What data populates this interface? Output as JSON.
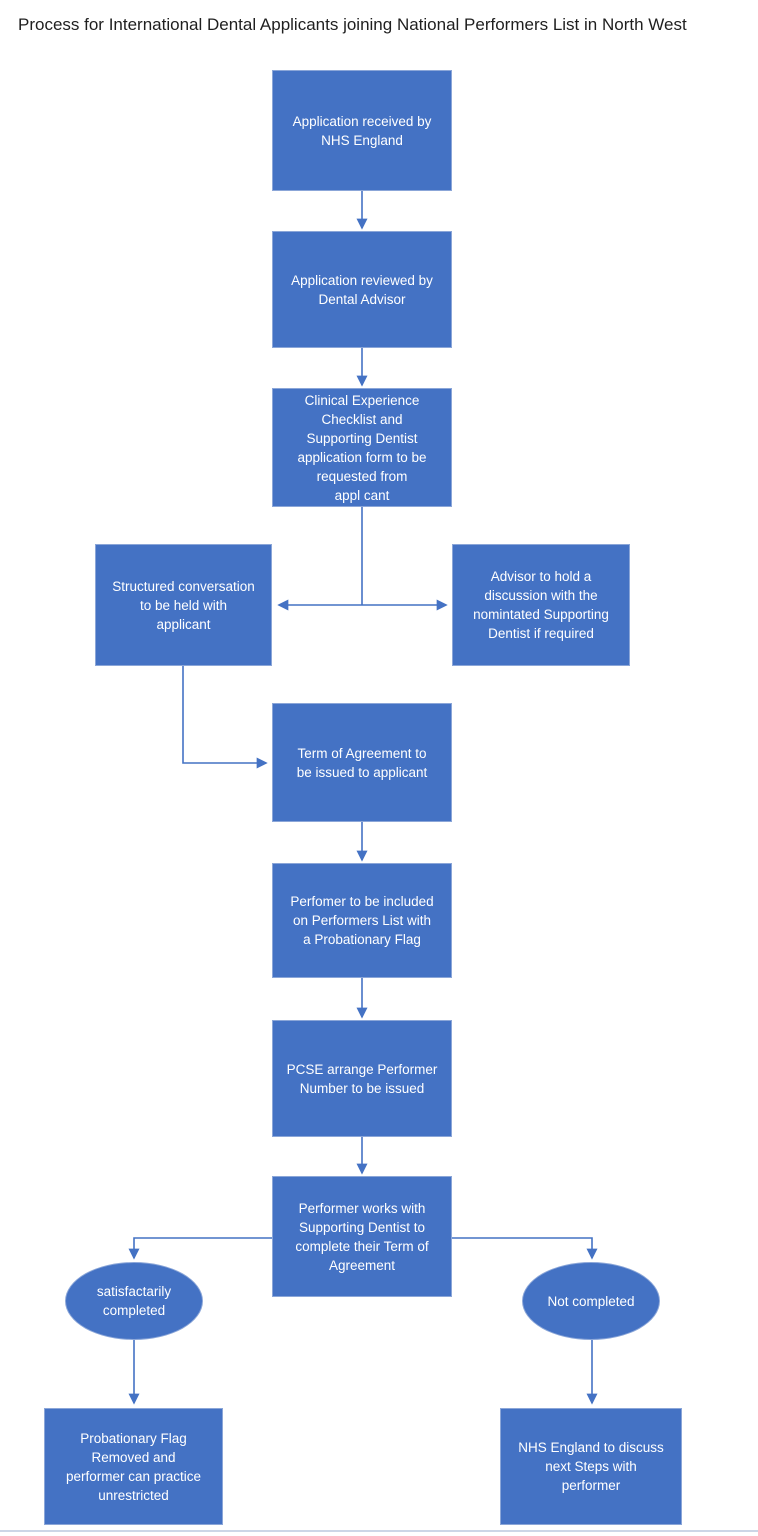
{
  "title": "Process for International Dental Applicants joining National Performers List in North West",
  "colors": {
    "node_fill": "#4472C4",
    "node_border": "#8BA6D8",
    "connector": "#4472C4",
    "node_text": "#FFFFFF",
    "title_text": "#1F1F1F"
  },
  "flowchart": {
    "nodes": [
      {
        "id": "application-received",
        "shape": "rect",
        "label": "Application received by\nNHS England"
      },
      {
        "id": "application-reviewed",
        "shape": "rect",
        "label": "Application reviewed by\nDental Advisor"
      },
      {
        "id": "checklist-requested",
        "shape": "rect",
        "label": "Clinical Experience\nChecklist and\nSupporting Dentist\napplication form to be\nrequested from\nappl cant"
      },
      {
        "id": "structured-conversation",
        "shape": "rect",
        "label": "Structured conversation\nto be held with\napplicant"
      },
      {
        "id": "advisor-discussion",
        "shape": "rect",
        "label": "Advisor to hold a\ndiscussion with the\nnomintated Supporting\nDentist if required"
      },
      {
        "id": "term-of-agreement",
        "shape": "rect",
        "label": "Term of Agreement to\nbe issued to applicant"
      },
      {
        "id": "performer-included",
        "shape": "rect",
        "label": "Perfomer to be included\non Performers List with\na Probationary Flag"
      },
      {
        "id": "pcse-performer-number",
        "shape": "rect",
        "label": "PCSE arrange Performer\nNumber to be issued"
      },
      {
        "id": "performer-works-supporting-dentist",
        "shape": "rect",
        "label": "Performer works with\nSupporting Dentist to\ncomplete their Term of\nAgreement"
      },
      {
        "id": "satisfactorily-completed",
        "shape": "ellipse",
        "label": "satisfactarily\ncompleted"
      },
      {
        "id": "not-completed",
        "shape": "ellipse",
        "label": "Not completed"
      },
      {
        "id": "probationary-flag-removed",
        "shape": "rect",
        "label": "Probationary Flag\nRemoved and\nperformer can practice\nunrestricted"
      },
      {
        "id": "nhs-england-next-steps",
        "shape": "rect",
        "label": "NHS England to discuss\nnext Steps with\nperformer"
      }
    ],
    "edges": [
      {
        "from": "application-received",
        "to": "application-reviewed"
      },
      {
        "from": "application-reviewed",
        "to": "checklist-requested"
      },
      {
        "from": "checklist-requested",
        "to": "structured-conversation"
      },
      {
        "from": "checklist-requested",
        "to": "advisor-discussion"
      },
      {
        "from": "structured-conversation",
        "to": "term-of-agreement"
      },
      {
        "from": "term-of-agreement",
        "to": "performer-included"
      },
      {
        "from": "performer-included",
        "to": "pcse-performer-number"
      },
      {
        "from": "pcse-performer-number",
        "to": "performer-works-supporting-dentist"
      },
      {
        "from": "performer-works-supporting-dentist",
        "to": "satisfactorily-completed"
      },
      {
        "from": "performer-works-supporting-dentist",
        "to": "not-completed"
      },
      {
        "from": "satisfactorily-completed",
        "to": "probationary-flag-removed"
      },
      {
        "from": "not-completed",
        "to": "nhs-england-next-steps"
      }
    ]
  }
}
